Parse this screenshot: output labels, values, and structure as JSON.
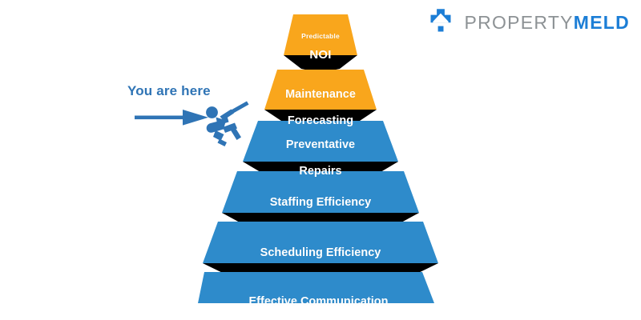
{
  "brand": {
    "logo_icon": "house-cross-logo-icon",
    "name_part1": "PROPERTY",
    "name_part2": "MELD",
    "color_gray": "#8d9295",
    "color_blue": "#1c7ed6"
  },
  "callout": {
    "text": "You are here",
    "arrow_icon": "right-arrow-icon",
    "figure_icon": "climbing-person-icon",
    "color": "#2f74b5"
  },
  "diagram": {
    "type": "pyramid",
    "title": "",
    "orientation": "bottom-to-top",
    "colors": {
      "blue": "#2e8bcb",
      "orange": "#f9a61c",
      "shadow": "#000000",
      "label_text": "#ffffff"
    },
    "tiers": [
      {
        "index": 1,
        "position": "top",
        "label": "Predictable\nNOI",
        "line1": "Predictable",
        "line2": "NOI",
        "color": "#f9a61c"
      },
      {
        "index": 2,
        "label": "Maintenance\nForecasting",
        "line1": "Maintenance",
        "line2": "Forecasting",
        "color": "#f9a61c"
      },
      {
        "index": 3,
        "label": "Preventative\nRepairs",
        "line1": "Preventative",
        "line2": "Repairs",
        "color": "#2e8bcb",
        "marked_current": true
      },
      {
        "index": 4,
        "label": "Staffing Efficiency",
        "line1": "Staffing Efficiency",
        "line2": "",
        "color": "#2e8bcb"
      },
      {
        "index": 5,
        "label": "Scheduling Efficiency",
        "line1": "Scheduling Efficiency",
        "line2": "",
        "color": "#2e8bcb"
      },
      {
        "index": 6,
        "position": "bottom",
        "label": "Effective Communication",
        "line1": "Effective Communication",
        "line2": "",
        "color": "#2e8bcb"
      }
    ]
  }
}
